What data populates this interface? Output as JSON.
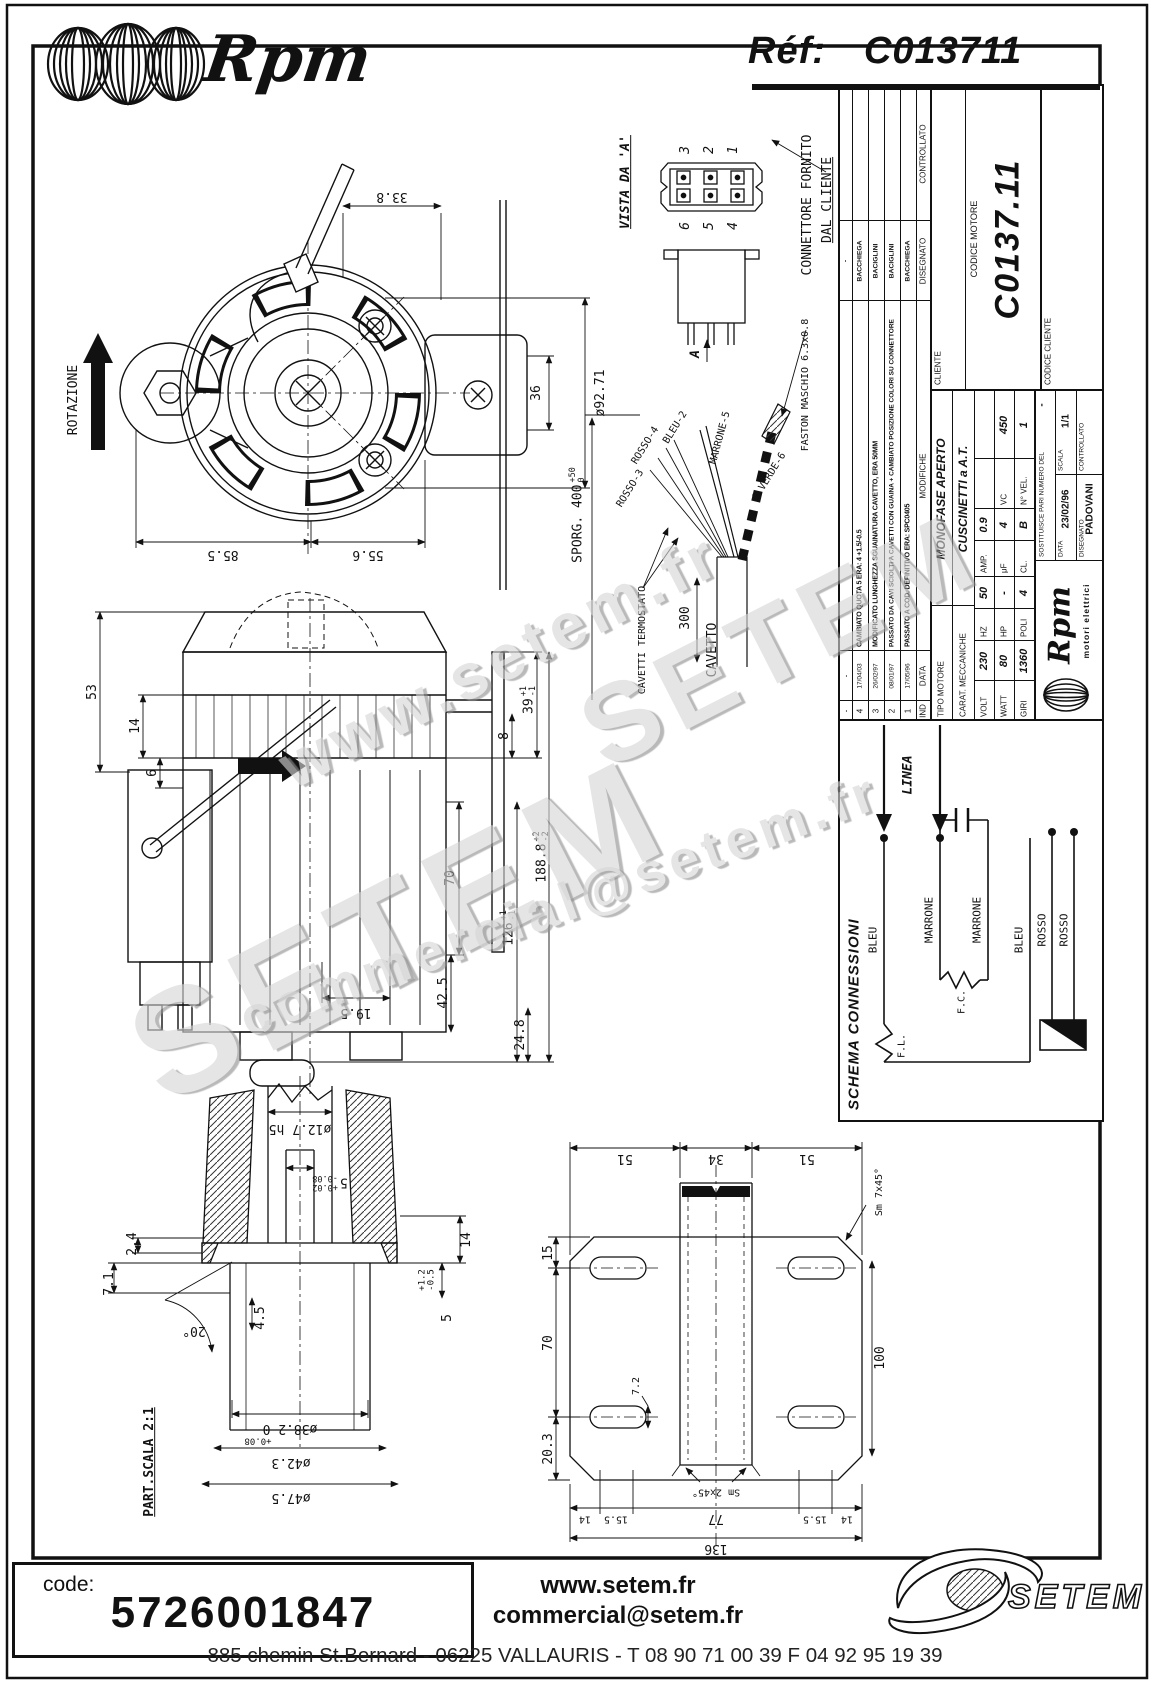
{
  "header": {
    "brand": "Rpm",
    "ref_label": "Réf:",
    "ref_value": "C013711"
  },
  "watermarks": {
    "site": "www.setem.fr",
    "brand": "SETEM",
    "email": "commercial@setem.fr"
  },
  "front_view": {
    "rotazione": "ROTAZIONE",
    "dim_top": "33.8",
    "dim_diameter": "ø92.71",
    "dim_36": "36",
    "dim_85_5": "85.5",
    "dim_55_6": "55.6"
  },
  "connector": {
    "title": "VISTA DA 'A'",
    "pin3": "3",
    "pin2": "2",
    "pin1": "1",
    "pin6": "6",
    "pin5": "5",
    "pin4": "4",
    "a_label": "A",
    "note1": "CONNETTORE FORNITO",
    "note2": "DAL CLIENTE"
  },
  "cables": {
    "sporg": "SPORG. 400",
    "sporg_tol": "+50\n0",
    "rosso3": "ROSSO-3",
    "rosso4": "ROSSO-4",
    "bleu2": "BLEU-2",
    "marrone5": "MARRONE-5",
    "gverde6": "G.VERDE-6",
    "termostato": "CAVETTI TERMOSTATO",
    "dim_300": "300",
    "cavetto": "CAVETTO",
    "faston": "FASTON MASCHIO 6.3x0.8"
  },
  "side_view": {
    "dim_53": "53",
    "dim_14": "14",
    "dim_6": "6",
    "dim_39": "39",
    "dim_39_tol": "+1\n-1",
    "dim_8": "8",
    "dim_70": "70",
    "dim_126": "126",
    "dim_126_tol": "+1\n-1",
    "dim_188": "188.8",
    "dim_188_tol": "+2\n-2",
    "dim_42_5": "42.5",
    "dim_24_8": "24.8",
    "dim_19_5": "19.5"
  },
  "shaft_detail": {
    "title": "PART.SCALA 2:1",
    "dim_shaft": "ø12.7 h5",
    "dim_key": "5",
    "dim_key_tol": "+0.02\n-0.08",
    "dim_2_4": "2.4",
    "dim_7_1": "7.1",
    "dim_angle": "20°",
    "dim_4_5": "4.5",
    "dim_tol12": "+1.2\n-0.5",
    "dim_14": "14",
    "dim_5": "5",
    "dim_38": "ø38.2 0",
    "dim_38_tol": "+0.08",
    "dim_42": "ø42.3",
    "dim_47": "ø47.5"
  },
  "plate_view": {
    "dim_51a": "51",
    "dim_34": "34",
    "dim_51b": "51",
    "cham_top": "Sm 7x45°",
    "cham_bottom": "Sm 2x45°",
    "dim_15": "15",
    "dim_70": "70",
    "dim_20_3": "20.3",
    "dim_7_2": "7.2",
    "dim_100": "100",
    "dim_14a": "14",
    "dim_15_5a": "15.5",
    "dim_77": "77",
    "dim_15_5b": "15.5",
    "dim_14b": "14",
    "dim_136": "136"
  },
  "schema": {
    "title": "SCHEMA CONNESSIONI",
    "linea": "LINEA",
    "bleu1": "BLEU",
    "marrone1": "MARRONE",
    "marrone2": "MARRONE",
    "bleu2": "BLEU",
    "rosso1": "ROSSO",
    "rosso2": "ROSSO",
    "fl": "F.L.",
    "fc": "F.C."
  },
  "title_block": {
    "revisions": [
      {
        "ind": "-",
        "date": "-",
        "text": "",
        "name": "-"
      },
      {
        "ind": "4",
        "date": "17/04/03",
        "text": "CAMBIATO QUOTA 5 ERA: 4 +1.5/-0.5",
        "name": "BACCHIEGA"
      },
      {
        "ind": "3",
        "date": "26/02/97",
        "text": "MODIFICATO LUNGHEZZA SGUAINATURA CAVETTO, ERA 50MM",
        "name": "BACIGLINI"
      },
      {
        "ind": "2",
        "date": "08/01/97",
        "text": "PASSATO DA CAVI SCIOLTI A CAVETTI CON GUAINA + CAMBIATO POSIZIONE COLORI SU CONNETTORE",
        "name": "BACIGLINI"
      },
      {
        "ind": "1",
        "date": "17/05/96",
        "text": "PASSATO A COD. DEFINITIVO ERA: SPC0405",
        "name": "BACCHIEGA"
      }
    ],
    "headers": {
      "ind": "IND",
      "date": "DATA",
      "modifiche": "MODIFICHE",
      "disegnato": "DISEGNATO",
      "controllato": "CONTROLLATO"
    },
    "tipo_label": "TIPO MOTORE",
    "tipo_value": "MONOFASE APERTO",
    "carat_label": "CARAT. MECCANICHE",
    "carat_value": "CUSCINETTI a A.T.",
    "volt_label": "VOLT",
    "volt": "230",
    "hz_label": "HZ",
    "hz": "50",
    "amp_label": "AMP.",
    "amp": "0.9",
    "watt_label": "WATT",
    "watt": "80",
    "hp_label": "HP",
    "hp": "-",
    "uf_label": "μF",
    "uf": "4",
    "vc_label": "VC",
    "vc": "450",
    "giri_label": "GIRI",
    "giri": "1360",
    "poli_label": "POLI",
    "poli": "4",
    "cl_label": "CL.",
    "cl": "B",
    "nvel_label": "N° VEL.",
    "nvel": "1",
    "codice_motore_label": "CODICE MOTORE",
    "codice_motore": "C0137.11",
    "cliente_label": "CLIENTE",
    "codice_cliente_label": "CODICE CLIENTE",
    "logo": "Rpm",
    "logo_sub": "motori elettrici",
    "sostituisce_label": "SOSTITUISCE PARI NUMERO DEL",
    "sostituisce_value": "-",
    "data_label": "DATA",
    "data_value": "23/02/96",
    "scala_label": "SCALA",
    "scala_value": "1/1",
    "disegnato_label": "DISEGNATO",
    "disegnato_value": "PADOVANI",
    "controllato_label": "CONTROLLATO"
  },
  "footer": {
    "code_label": "code:",
    "code_value": "5726001847",
    "site": "www.setem.fr",
    "email": "commercial@setem.fr",
    "address": "885 chemin St.Bernard  -  06225 VALLAURIS  -  T 08 90 71 00 39   F 04 92 95 19 39",
    "logo": "SETEM"
  }
}
